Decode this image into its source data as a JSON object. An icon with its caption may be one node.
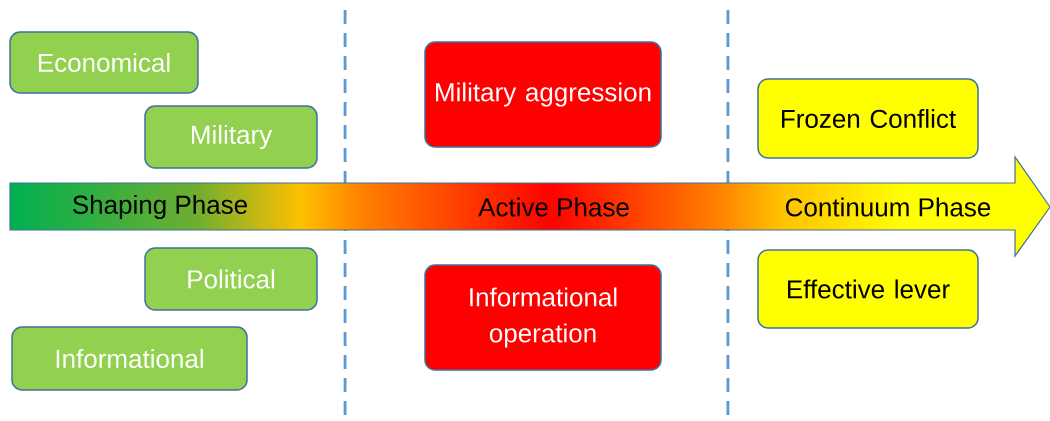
{
  "diagram": {
    "nodes": [
      {
        "text": [
          "Economical"
        ]
      },
      {
        "text": [
          "Military"
        ]
      },
      {
        "text": [
          "Military aggression"
        ]
      },
      {
        "text": [
          "Frozen Conflict"
        ]
      },
      {
        "text": [
          "Shaping Phase",
          "Active Phase",
          "Continuum Phase"
        ]
      },
      {
        "text": [
          "Political"
        ]
      },
      {
        "text": [
          "Informational operation"
        ]
      },
      {
        "text": [
          "Effective lever"
        ]
      },
      {
        "text": [
          "Informational"
        ]
      }
    ]
  }
}
